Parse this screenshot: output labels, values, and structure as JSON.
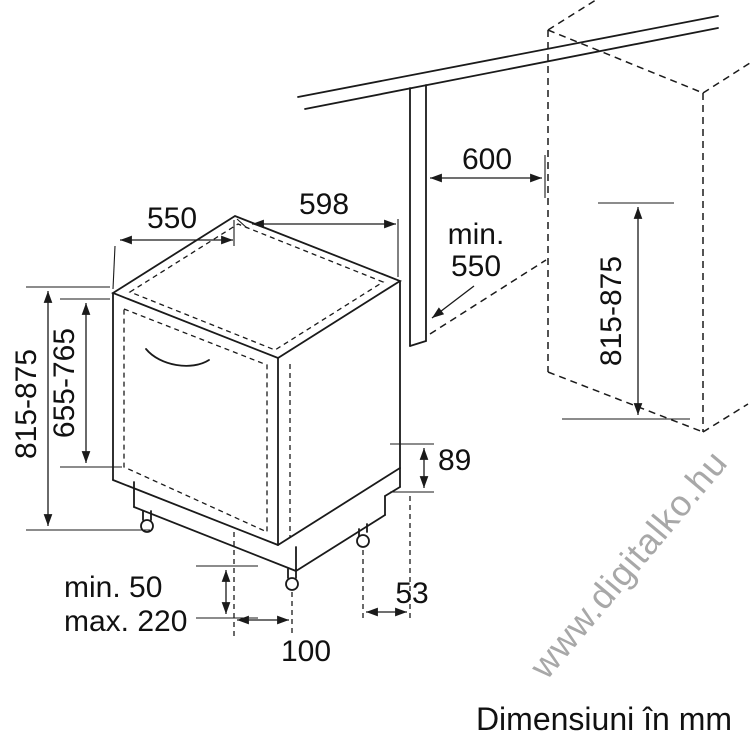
{
  "footer": {
    "units_label": "Dimensiuni în mm"
  },
  "watermark": {
    "text": "www.digitalko.hu"
  },
  "dims": {
    "top_depth": "550",
    "top_width": "598",
    "niche_width": "600",
    "niche_depth_min_line1": "min.",
    "niche_depth_min_line2": "550",
    "appliance_height": "815-875",
    "door_height": "655-765",
    "niche_height": "815-875",
    "base_rear_height": "89",
    "rear_foot_setback": "53",
    "front_foot_setback": "100",
    "plinth_min": "min. 50",
    "plinth_max": "max. 220"
  }
}
